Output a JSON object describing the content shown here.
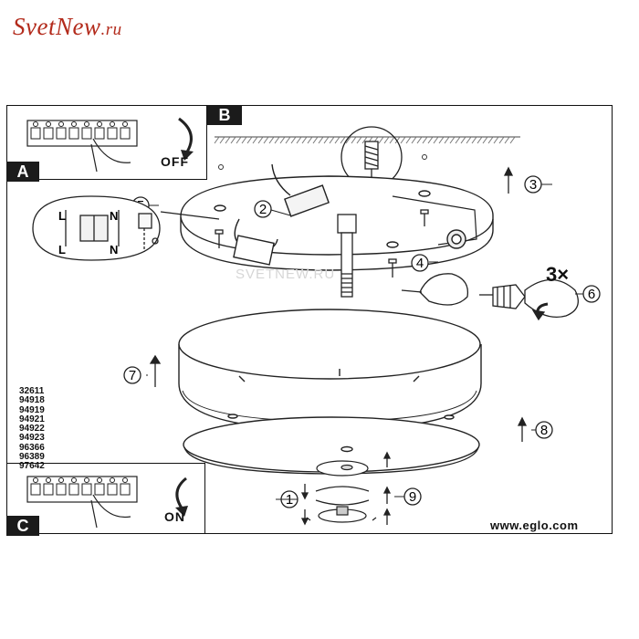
{
  "logo": {
    "name": "SvetNew",
    "tld": ".ru"
  },
  "watermark": "SVETNEW.RU",
  "panels": {
    "a": {
      "label": "A",
      "action": "OFF"
    },
    "b": {
      "label": "B"
    },
    "c": {
      "label": "C",
      "action": "ON"
    }
  },
  "wiring": {
    "top_left": "L",
    "top_right": "N",
    "bottom_left": "L",
    "bottom_right": "N"
  },
  "bulb_count": "3×",
  "steps": [
    "1",
    "2",
    "3",
    "4",
    "5",
    "6",
    "7",
    "8",
    "9"
  ],
  "product_codes": [
    "32611",
    "94918",
    "94919",
    "94921",
    "94922",
    "94923",
    "96366",
    "96389",
    "97642"
  ],
  "website": "www.eglo.com"
}
